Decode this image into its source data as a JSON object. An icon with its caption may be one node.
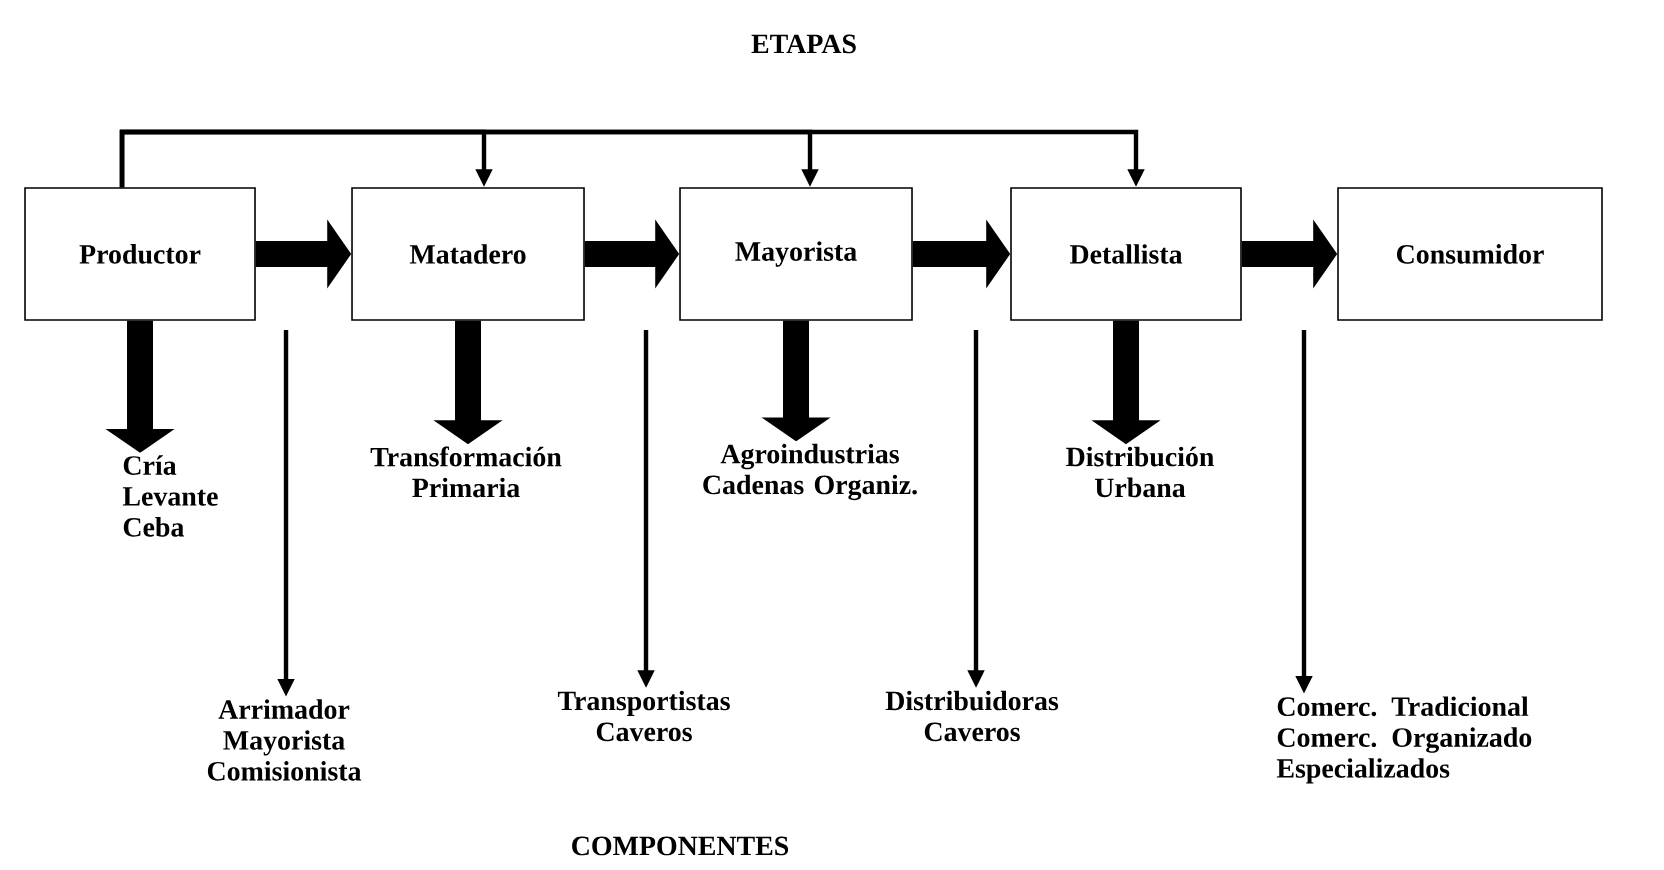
{
  "diagram": {
    "title": "ETAPAS",
    "caption": "COMPONENTES",
    "nodes": [
      {
        "text": [
          "Productor"
        ]
      },
      {
        "text": [
          "Matadero"
        ]
      },
      {
        "text": [
          "Mayorista"
        ]
      },
      {
        "text": [
          "Detallista"
        ]
      },
      {
        "text": [
          "Consumidor"
        ]
      },
      {
        "text": [
          "Cría Levante Ceba"
        ]
      },
      {
        "text": [
          "Transformación Primaria"
        ]
      },
      {
        "text": [
          "Agroindustrias Cadenas Organiz."
        ]
      },
      {
        "text": [
          "Distribución Urbana"
        ]
      },
      {
        "text": [
          "Arrimador Mayorista Comisionista"
        ]
      },
      {
        "text": [
          "Transportistas Caveros"
        ]
      },
      {
        "text": [
          "Distribuidoras Caveros"
        ]
      },
      {
        "text": [
          "Comerc. Tradicional Comerc. Organizado Especializados"
        ]
      }
    ],
    "edges": [
      {
        "from": 0,
        "to": 1,
        "arrow": "to"
      },
      {
        "from": 1,
        "to": 2,
        "arrow": "to"
      },
      {
        "from": 2,
        "to": 3,
        "arrow": "to"
      },
      {
        "from": 3,
        "to": 4,
        "arrow": "to"
      },
      {
        "from": 0,
        "to": 1,
        "arrow": "to"
      },
      {
        "from": 0,
        "to": 2,
        "arrow": "to"
      },
      {
        "from": 0,
        "to": 3,
        "arrow": "to"
      },
      {
        "from": 0,
        "to": 5,
        "arrow": "to"
      },
      {
        "from": 1,
        "to": 6,
        "arrow": "to"
      },
      {
        "from": 2,
        "to": 7,
        "arrow": "to"
      },
      {
        "from": 3,
        "to": 8,
        "arrow": "to"
      },
      {
        "from": null,
        "to": 9,
        "arrow": "to"
      },
      {
        "from": null,
        "to": 10,
        "arrow": "to"
      },
      {
        "from": null,
        "to": 11,
        "arrow": "to"
      },
      {
        "from": null,
        "to": 12,
        "arrow": "to"
      }
    ]
  }
}
